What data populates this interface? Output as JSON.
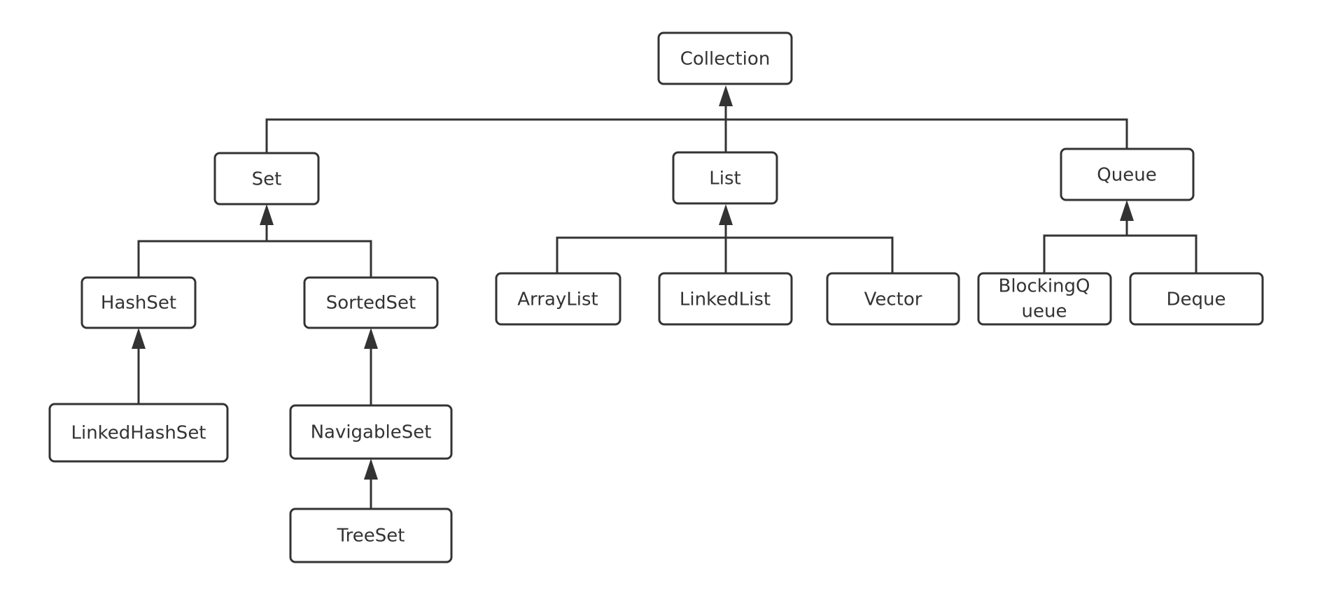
{
  "nodes": [
    {
      "id": "collection",
      "label": "Collection"
    },
    {
      "id": "set",
      "label": "Set"
    },
    {
      "id": "list",
      "label": "List"
    },
    {
      "id": "queue",
      "label": "Queue"
    },
    {
      "id": "hashset",
      "label": "HashSet"
    },
    {
      "id": "sortedset",
      "label": "SortedSet"
    },
    {
      "id": "linkedhashset",
      "label": "LinkedHashSet"
    },
    {
      "id": "navigableset",
      "label": "NavigableSet"
    },
    {
      "id": "treeset",
      "label": "TreeSet"
    },
    {
      "id": "arraylist",
      "label": "ArrayList"
    },
    {
      "id": "linkedlist",
      "label": "LinkedList"
    },
    {
      "id": "vector",
      "label": "Vector"
    },
    {
      "id": "blockingqueue",
      "label": "BlockingQ",
      "label_line2": "ueue"
    },
    {
      "id": "deque",
      "label": "Deque"
    }
  ],
  "edges": [
    {
      "from": "set",
      "to": "collection"
    },
    {
      "from": "list",
      "to": "collection"
    },
    {
      "from": "queue",
      "to": "collection"
    },
    {
      "from": "hashset",
      "to": "set"
    },
    {
      "from": "sortedset",
      "to": "set"
    },
    {
      "from": "linkedhashset",
      "to": "hashset"
    },
    {
      "from": "navigableset",
      "to": "sortedset"
    },
    {
      "from": "treeset",
      "to": "navigableset"
    },
    {
      "from": "arraylist",
      "to": "list"
    },
    {
      "from": "linkedlist",
      "to": "list"
    },
    {
      "from": "vector",
      "to": "list"
    },
    {
      "from": "blockingqueue",
      "to": "queue"
    },
    {
      "from": "deque",
      "to": "queue"
    }
  ],
  "colors": {
    "stroke": "#333333",
    "text": "#333333",
    "background": "#ffffff"
  }
}
